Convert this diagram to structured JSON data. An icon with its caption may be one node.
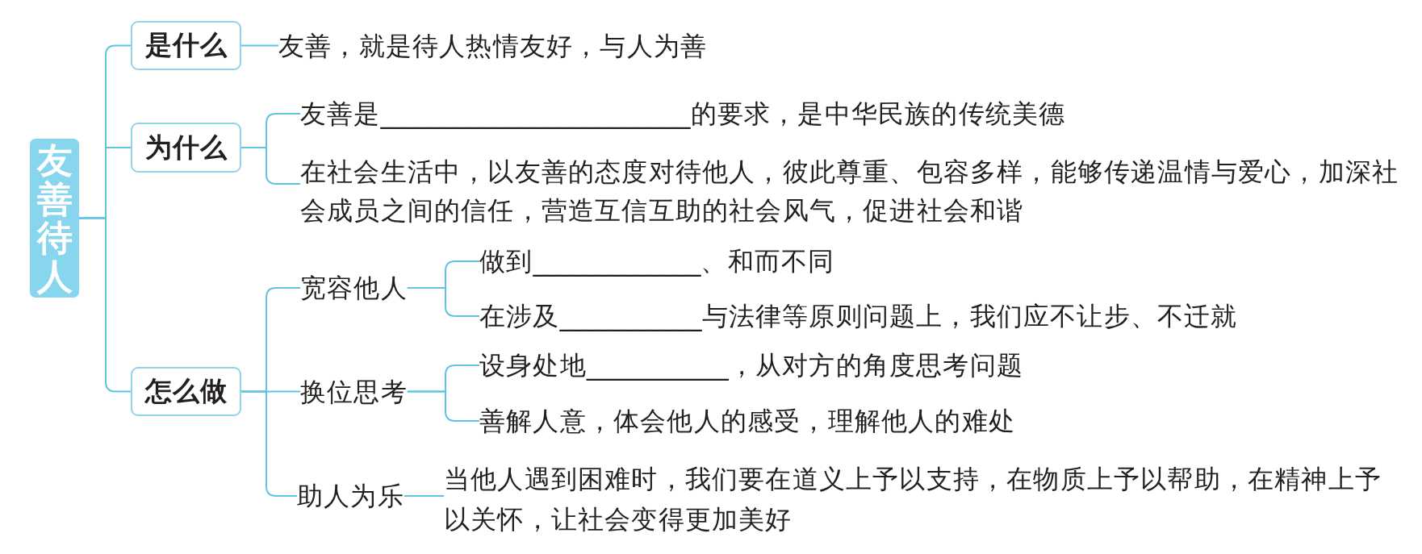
{
  "diagram": {
    "nodes": [
      {
        "text": [
          "友善待人"
        ]
      },
      {
        "text": [
          "是什么"
        ]
      },
      {
        "text": [
          "友善，就是待人热情友好，与人为善"
        ]
      },
      {
        "text": [
          "为什么"
        ]
      },
      {
        "text": [
          "友善是________________________的要求，是中华民族的传统美德"
        ]
      },
      {
        "text": [
          "在社会生活中，以友善的态度对待他人，彼此尊重、包容多样，能够传递温情与爱心，加深社会成员之间的信任，营造互信互助的社会风气，促进社会和谐"
        ]
      },
      {
        "text": [
          "怎么做"
        ]
      },
      {
        "text": [
          "宽容他人"
        ]
      },
      {
        "text": [
          "做到_____________、和而不同"
        ]
      },
      {
        "text": [
          "在涉及___________与法律等原则问题上，我们应不让步、不迁就"
        ]
      },
      {
        "text": [
          "换位思考"
        ]
      },
      {
        "text": [
          "设身处地___________，从对方的角度思考问题"
        ]
      },
      {
        "text": [
          "善解人意，体会他人的感受，理解他人的难处"
        ]
      },
      {
        "text": [
          "助人为乐"
        ]
      },
      {
        "text": [
          "当他人遇到困难时，我们要在道义上予以支持，在物质上予以帮助，在精神上予以关怀，让社会变得更加美好"
        ]
      }
    ],
    "edges": [
      {
        "from": 0,
        "to": 1,
        "arrow": "none"
      },
      {
        "from": 0,
        "to": 3,
        "arrow": "none"
      },
      {
        "from": 0,
        "to": 6,
        "arrow": "none"
      },
      {
        "from": 1,
        "to": 2,
        "arrow": "none"
      },
      {
        "from": 3,
        "to": 4,
        "arrow": "none"
      },
      {
        "from": 3,
        "to": 5,
        "arrow": "none"
      },
      {
        "from": 6,
        "to": 7,
        "arrow": "none"
      },
      {
        "from": 6,
        "to": 10,
        "arrow": "none"
      },
      {
        "from": 6,
        "to": 13,
        "arrow": "none"
      },
      {
        "from": 7,
        "to": 8,
        "arrow": "none"
      },
      {
        "from": 7,
        "to": 9,
        "arrow": "none"
      },
      {
        "from": 10,
        "to": 11,
        "arrow": "none"
      },
      {
        "from": 10,
        "to": 12,
        "arrow": "none"
      },
      {
        "from": 13,
        "to": 14,
        "arrow": "none"
      }
    ]
  }
}
